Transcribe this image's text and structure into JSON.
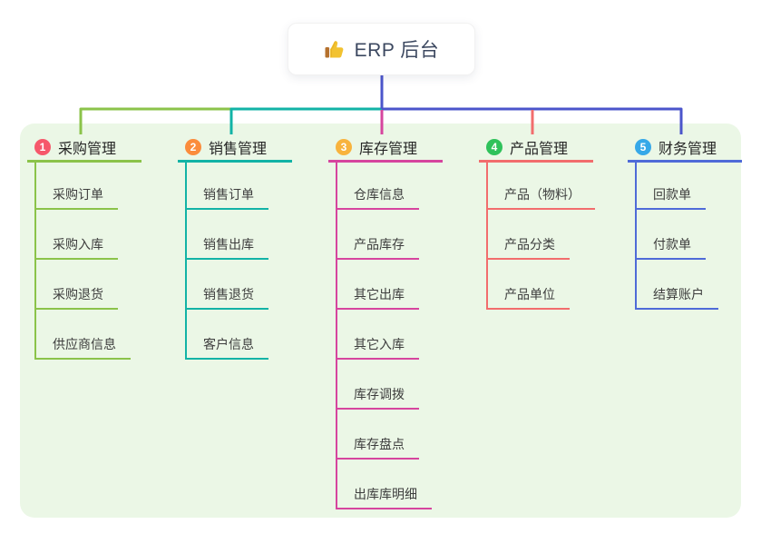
{
  "root": {
    "label": "ERP 后台",
    "icon": "thumbs-up-icon"
  },
  "panel": {
    "background": "#ebf7e6"
  },
  "connector": {
    "stem_color": "#4b55cb"
  },
  "branches": [
    {
      "number": "1",
      "label": "采购管理",
      "badge_color": "#f6586b",
      "line_color": "#8bc34a",
      "children": [
        "采购订单",
        "采购入库",
        "采购退货",
        "供应商信息"
      ]
    },
    {
      "number": "2",
      "label": "销售管理",
      "badge_color": "#fb8c3c",
      "line_color": "#12b3a6",
      "children": [
        "销售订单",
        "销售出库",
        "销售退货",
        "客户信息"
      ]
    },
    {
      "number": "3",
      "label": "库存管理",
      "badge_color": "#f8b33d",
      "line_color": "#d6459e",
      "children": [
        "仓库信息",
        "产品库存",
        "其它出库",
        "其它入库",
        "库存调拨",
        "库存盘点",
        "出库库明细"
      ]
    },
    {
      "number": "4",
      "label": "产品管理",
      "badge_color": "#2fc25b",
      "line_color": "#f26d6d",
      "children": [
        "产品（物料）",
        "产品分类",
        "产品单位"
      ]
    },
    {
      "number": "5",
      "label": "财务管理",
      "badge_color": "#36a8e8",
      "line_color": "#4f6bd8",
      "children": [
        "回款单",
        "付款单",
        "结算账户"
      ]
    }
  ]
}
